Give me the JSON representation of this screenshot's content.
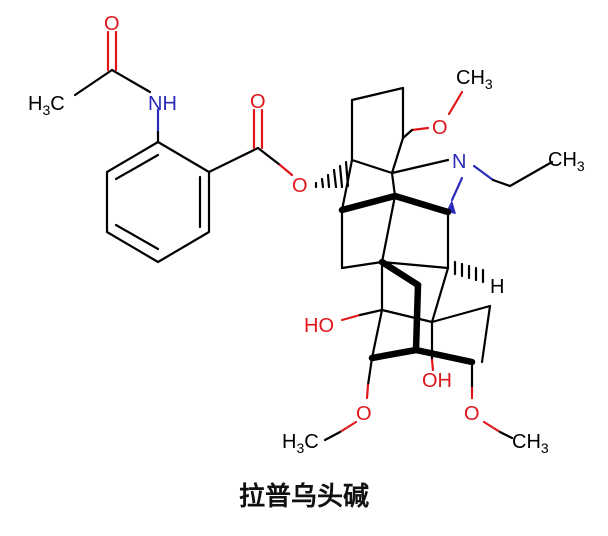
{
  "compound": {
    "name": "拉普乌头碱"
  },
  "atoms": {
    "o_amide": "O",
    "nh": "NH",
    "h3c_top": {
      "main": "H",
      "sub": "3",
      "tail": "C"
    },
    "o_ester_carbonyl": "O",
    "o_ester": "O",
    "o_methoxy_top": "O",
    "ch3_top": {
      "main": "CH",
      "sub": "3"
    },
    "n": "N",
    "ch3_ethyl": {
      "main": "CH",
      "sub": "3"
    },
    "h": "H",
    "ho_left": "HO",
    "oh_center": "OH",
    "o_methoxy_left": "O",
    "h3c_bottom": {
      "main": "H",
      "sub": "3",
      "tail": "C"
    },
    "o_methoxy_right": "O",
    "ch3_bottom_right": {
      "main": "CH",
      "sub": "3"
    }
  },
  "colors": {
    "oxygen": "#e0161b",
    "nitrogen": "#2a2bb8",
    "carbon": "#000000"
  }
}
